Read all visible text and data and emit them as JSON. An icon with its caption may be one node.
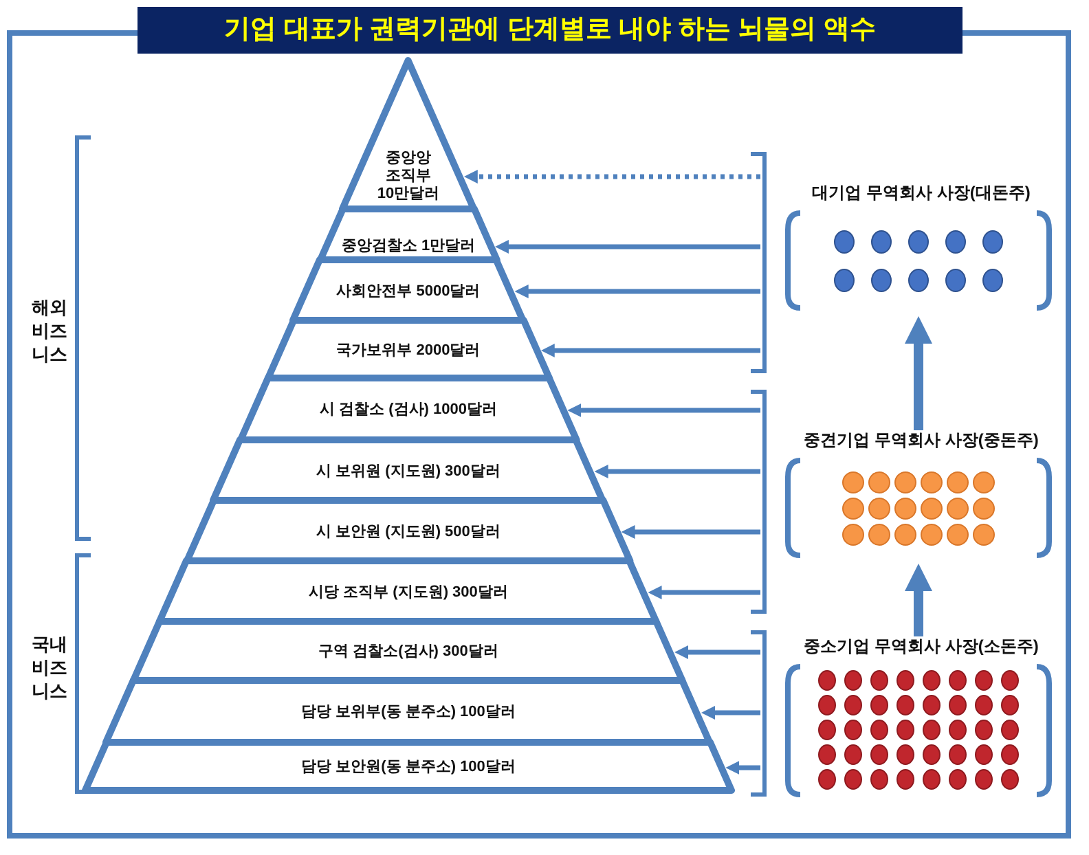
{
  "diagram": {
    "title": "기업 대표가 권력기관에 단계별로 내야 하는 뇌물의 액수",
    "nodes": [
      {
        "text": [
          "중앙앙 조직부 10만달러"
        ]
      },
      {
        "text": [
          "중앙검찰소 1만달러"
        ]
      },
      {
        "text": [
          "사회안전부 5000달러"
        ]
      },
      {
        "text": [
          "국가보위부 2000달러"
        ]
      },
      {
        "text": [
          "시 검찰소 (검사) 1000달러"
        ]
      },
      {
        "text": [
          "시 보위원 (지도원) 300달러"
        ]
      },
      {
        "text": [
          "시 보안원 (지도원) 500달러"
        ]
      },
      {
        "text": [
          "시당 조직부 (지도원) 300달러"
        ]
      },
      {
        "text": [
          "구역 검찰소(검사) 300달러"
        ]
      },
      {
        "text": [
          "담당 보위부(동 분주소) 100달러"
        ]
      },
      {
        "text": [
          "담당 보안원(동 분주소) 100달러"
        ]
      },
      {
        "text": [
          "대기업 무역회사 사장(대돈주)"
        ]
      },
      {
        "text": [
          "중견기업 무역회사 사장(중돈주)"
        ]
      },
      {
        "text": [
          "중소기업 무역회사 사장(소돈주)"
        ]
      }
    ],
    "edges": [
      {
        "from": null,
        "to": 0,
        "arrow": "to",
        "style": "dashed"
      },
      {
        "from": null,
        "to": 1,
        "arrow": "to"
      },
      {
        "from": null,
        "to": 2,
        "arrow": "to"
      },
      {
        "from": null,
        "to": 3,
        "arrow": "to"
      },
      {
        "from": null,
        "to": 4,
        "arrow": "to"
      },
      {
        "from": null,
        "to": 5,
        "arrow": "to"
      },
      {
        "from": null,
        "to": 6,
        "arrow": "to"
      },
      {
        "from": null,
        "to": 7,
        "arrow": "to"
      },
      {
        "from": null,
        "to": 8,
        "arrow": "to"
      },
      {
        "from": null,
        "to": 9,
        "arrow": "to"
      },
      {
        "from": null,
        "to": 10,
        "arrow": "to"
      },
      {
        "from": 13,
        "to": 12,
        "arrow": "to",
        "style": "thick"
      },
      {
        "from": 12,
        "to": 11,
        "arrow": "to",
        "style": "thick"
      }
    ],
    "labels": [
      "해외 비즈니스",
      "국내 비즈니스"
    ]
  }
}
